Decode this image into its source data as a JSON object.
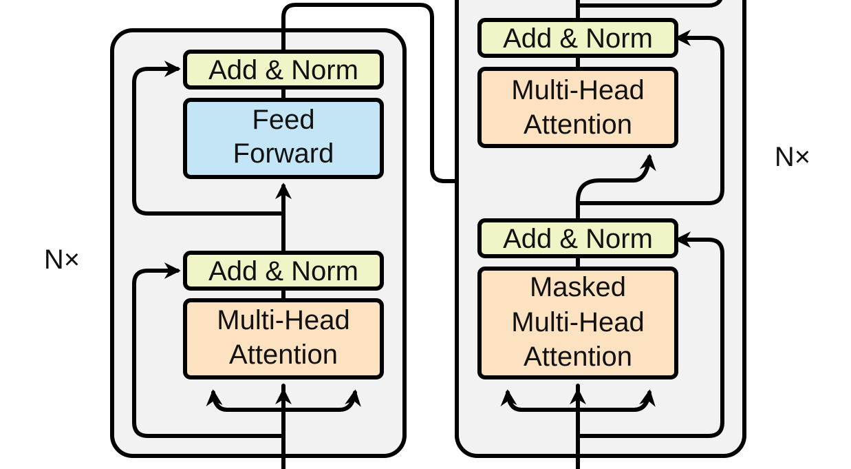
{
  "colors": {
    "panel": "#f2f2f2",
    "add_norm": "#f1f4c6",
    "feed_forward": "#c3e5f5",
    "attention": "#fde2c2",
    "stroke": "#000000"
  },
  "encoder": {
    "repeat_label": "N×",
    "add_norm_top": "Add & Norm",
    "feed_forward": [
      "Feed",
      "Forward"
    ],
    "add_norm_bottom": "Add & Norm",
    "attention": [
      "Multi-Head",
      "Attention"
    ]
  },
  "decoder": {
    "repeat_label": "N×",
    "add_norm_top": "Add & Norm",
    "cross_attention": [
      "Multi-Head",
      "Attention"
    ],
    "add_norm_mid": "Add & Norm",
    "masked_attention": [
      "Masked",
      "Multi-Head",
      "Attention"
    ]
  }
}
